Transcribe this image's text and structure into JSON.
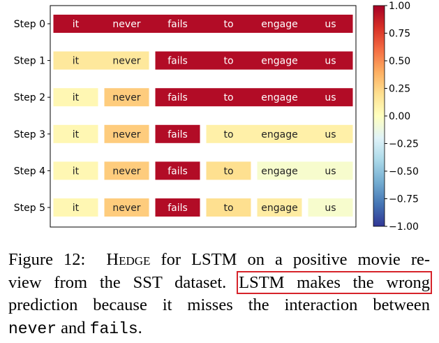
{
  "figure": {
    "row_labels": [
      "Step 0",
      "Step 1",
      "Step 2",
      "Step 3",
      "Step 4",
      "Step 5"
    ],
    "words": [
      "it",
      "never",
      "fails",
      "to",
      "engage",
      "us"
    ],
    "colorbar_ticks": [
      "1.00",
      "0.75",
      "0.50",
      "0.25",
      "0.00",
      "−0.25",
      "−0.50",
      "−0.75",
      "−1.00"
    ],
    "steps": [
      {
        "groups": [
          {
            "from": 0,
            "to": 5,
            "value": 0.95
          }
        ]
      },
      {
        "groups": [
          {
            "from": 0,
            "to": 1,
            "value": 0.15
          },
          {
            "from": 2,
            "to": 5,
            "value": 0.95
          }
        ]
      },
      {
        "groups": [
          {
            "from": 0,
            "to": 0,
            "value": 0.05
          },
          {
            "from": 1,
            "to": 1,
            "value": 0.28
          },
          {
            "from": 2,
            "to": 5,
            "value": 0.95
          }
        ]
      },
      {
        "groups": [
          {
            "from": 0,
            "to": 0,
            "value": 0.05
          },
          {
            "from": 1,
            "to": 1,
            "value": 0.28
          },
          {
            "from": 2,
            "to": 2,
            "value": 0.95
          },
          {
            "from": 3,
            "to": 5,
            "value": 0.1
          }
        ]
      },
      {
        "groups": [
          {
            "from": 0,
            "to": 0,
            "value": 0.05
          },
          {
            "from": 1,
            "to": 1,
            "value": 0.28
          },
          {
            "from": 2,
            "to": 2,
            "value": 0.95
          },
          {
            "from": 3,
            "to": 3,
            "value": 0.2
          },
          {
            "from": 4,
            "to": 5,
            "value": -0.05
          }
        ]
      },
      {
        "groups": [
          {
            "from": 0,
            "to": 0,
            "value": 0.05
          },
          {
            "from": 1,
            "to": 1,
            "value": 0.28
          },
          {
            "from": 2,
            "to": 2,
            "value": 0.95
          },
          {
            "from": 3,
            "to": 3,
            "value": 0.2
          },
          {
            "from": 4,
            "to": 4,
            "value": 0.12
          },
          {
            "from": 5,
            "to": 5,
            "value": -0.05
          }
        ]
      }
    ]
  },
  "caption": {
    "label": "Figure 12:",
    "method": "Hedge",
    "part1": "for LSTM on a positive movie re-",
    "part2": "view from the SST dataset.",
    "highlight": "LSTM makes the wrong",
    "part3": "prediction because it misses the interaction between",
    "code1": "never",
    "and": "and",
    "code2": "fails",
    "period": "."
  },
  "colors": {
    "highlight_box": "#d6232a"
  }
}
